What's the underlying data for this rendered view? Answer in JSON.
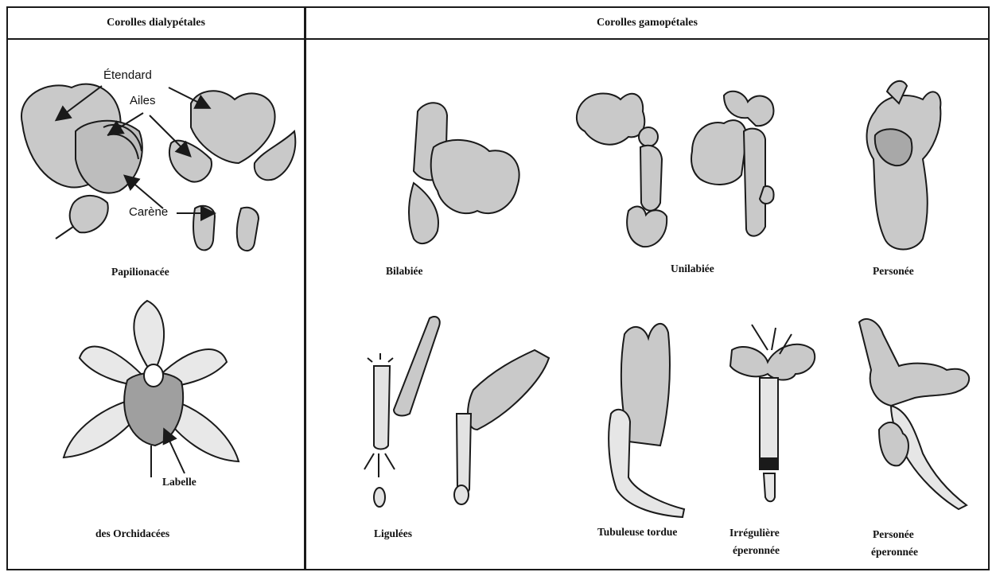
{
  "headers": {
    "left": "Corolles dialypétales",
    "right": "Corolles gamopétales"
  },
  "labels": {
    "etendard": "Étendard",
    "ailes": "Ailes",
    "carene": "Carène",
    "papilionacee": "Papilionacée",
    "labelle": "Labelle",
    "orchidacees": "des Orchidacées",
    "bilabiee": "Bilabiée",
    "unilabiee": "Unilabiée",
    "personee": "Personée",
    "ligulees": "Ligulées",
    "tubuleuse_tordue": "Tubuleuse tordue",
    "irreguliere_line1": "Irrégulière",
    "irreguliere_line2": "éperonnée",
    "personee_eperonnee_line1": "Personée",
    "personee_eperonnee_line2": "éperonnée"
  },
  "colors": {
    "ink": "#1a1a1a",
    "petal_fill": "#c9c9c9",
    "petal_dark": "#a8a8a8",
    "background": "#ffffff"
  }
}
